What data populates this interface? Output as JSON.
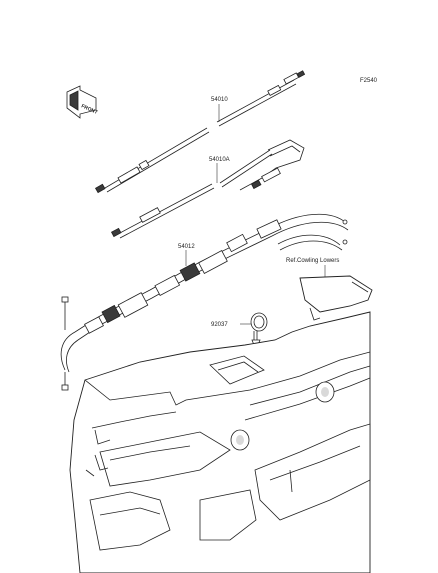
{
  "diagram": {
    "figure_code": "F2540",
    "labels": {
      "cable_a": "54010",
      "cable_b": "54010A",
      "cable_c": "54012",
      "part_92037": "92037",
      "reference": "Ref.Cowling Lowers"
    },
    "front_badge": "FRONT"
  }
}
